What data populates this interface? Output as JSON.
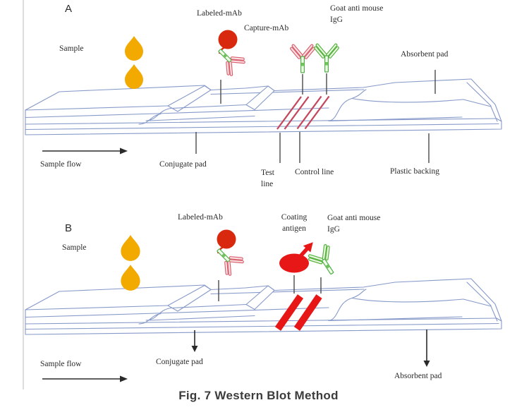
{
  "figure_caption": "Fig. 7 Western Blot Method",
  "panel_a": {
    "letter": "A",
    "labels": {
      "sample": "Sample",
      "labeled_mab": "Labeled-mAb",
      "capture_mab": "Capture-mAb",
      "goat_anti_mouse_line1": "Goat anti mouse",
      "goat_anti_mouse_line2": "IgG",
      "absorbent_pad": "Absorbent pad",
      "sample_flow": "Sample flow",
      "conjugate_pad": "Conjugate pad",
      "test_line_line1": "Test",
      "test_line_line2": "line",
      "control_line": "Control line",
      "plastic_backing": "Plastic backing"
    }
  },
  "panel_b": {
    "letter": "B",
    "labels": {
      "sample": "Sample",
      "labeled_mab": "Labeled-mAb",
      "coating_antigen_line1": "Coating",
      "coating_antigen_line2": "antigen",
      "goat_anti_mouse_line1": "Goat anti mouse",
      "goat_anti_mouse_line2": "IgG",
      "sample_flow": "Sample flow",
      "conjugate_pad": "Conjugate pad",
      "absorbent_pad": "Absorbent pad"
    }
  },
  "colors": {
    "sample_droplet": "#F2A900",
    "label_nanoparticle": "#D8290E",
    "antibody_green": "#57B33E",
    "antibody_red": "#D95F6E",
    "strip_outline": "#8699C9",
    "test_control_line_red": "#C4475C",
    "band_red": "#E81717",
    "coating_antigen_red": "#E81717"
  }
}
